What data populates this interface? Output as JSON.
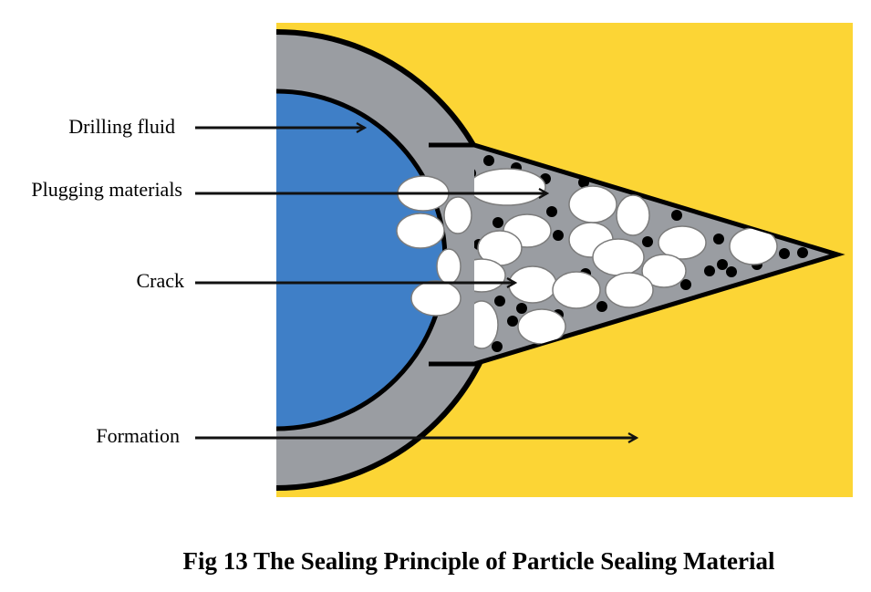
{
  "labels": {
    "drilling_fluid": "Drilling fluid",
    "plugging_materials": "Plugging materials",
    "crack": "Crack",
    "formation": "Formation"
  },
  "caption": "Fig 13 The Sealing Principle of Particle Sealing Material",
  "colors": {
    "formation": "#FCD535",
    "mud_cake": "#9A9DA2",
    "drilling_fluid": "#3F7FC7",
    "particle": "#FFFFFF",
    "outline": "#000000"
  }
}
